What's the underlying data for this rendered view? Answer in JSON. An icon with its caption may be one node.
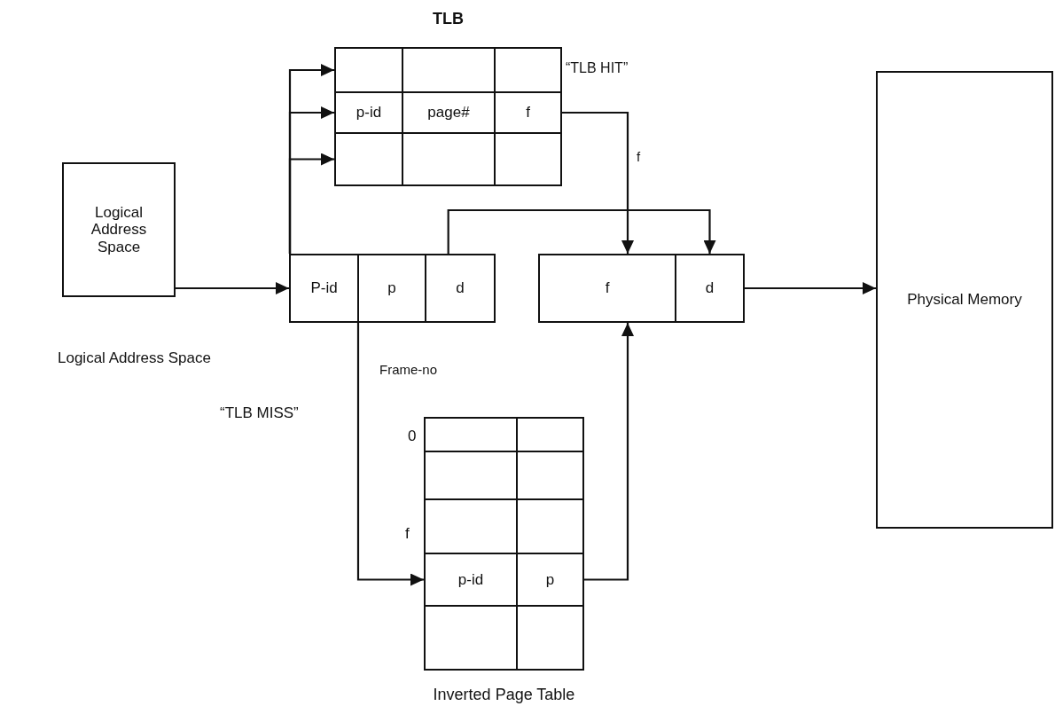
{
  "diagram": {
    "nodes": [
      {
        "text": [
          "Logical Address Space"
        ]
      },
      {
        "text": [
          "TLB"
        ]
      },
      {
        "text": [],
        "shape": "box",
        "in": 1
      },
      {
        "text": [],
        "shape": "box",
        "in": 1
      },
      {
        "text": [
          "p-id"
        ],
        "in": 3
      },
      {
        "text": [
          "page#"
        ],
        "in": 3
      },
      {
        "text": [
          "f"
        ],
        "in": 3
      },
      {
        "text": [],
        "shape": "box",
        "in": 1
      },
      {
        "text": [],
        "shape": "box"
      },
      {
        "text": [
          "P-id"
        ],
        "in": 8
      },
      {
        "text": [
          "p"
        ],
        "in": 8
      },
      {
        "text": [
          "d"
        ],
        "in": 8
      },
      {
        "text": [],
        "shape": "box"
      },
      {
        "text": [
          "f"
        ],
        "in": 12
      },
      {
        "text": [
          "d"
        ],
        "in": 12
      },
      {
        "text": [
          "Physical Memory"
        ]
      },
      {
        "text": [
          "Inverted Page Table"
        ]
      },
      {
        "text": [],
        "shape": "box",
        "in": 16,
        "beside": [
          "0"
        ]
      },
      {
        "text": [],
        "shape": "box",
        "in": 16
      },
      {
        "text": [],
        "shape": "box",
        "in": 16
      },
      {
        "text": [],
        "shape": "box",
        "in": 16,
        "beside": [
          "f"
        ]
      },
      {
        "text": [
          "p-id"
        ],
        "in": 20
      },
      {
        "text": [
          "p"
        ],
        "in": 20
      },
      {
        "text": [],
        "shape": "box",
        "in": 16
      }
    ],
    "edges": [
      {
        "from": 0,
        "to": 9,
        "arrow": "to"
      },
      {
        "from": 9,
        "to": 2,
        "arrow": "to"
      },
      {
        "from": 9,
        "to": 3,
        "arrow": "to"
      },
      {
        "from": 9,
        "to": 7,
        "arrow": "to"
      },
      {
        "from": 6,
        "to": 13,
        "label": "f",
        "arrow": "to"
      },
      {
        "from": 11,
        "to": 14,
        "arrow": "to"
      },
      {
        "from": 10,
        "to": 20,
        "label": "“TLB MISS”",
        "arrow": "to"
      },
      {
        "from": 20,
        "to": 13,
        "arrow": "to"
      },
      {
        "from": 14,
        "to": 15,
        "arrow": "to"
      }
    ],
    "labels": [
      "“TLB HIT”",
      "Logical Address Space",
      "Frame-no"
    ]
  }
}
